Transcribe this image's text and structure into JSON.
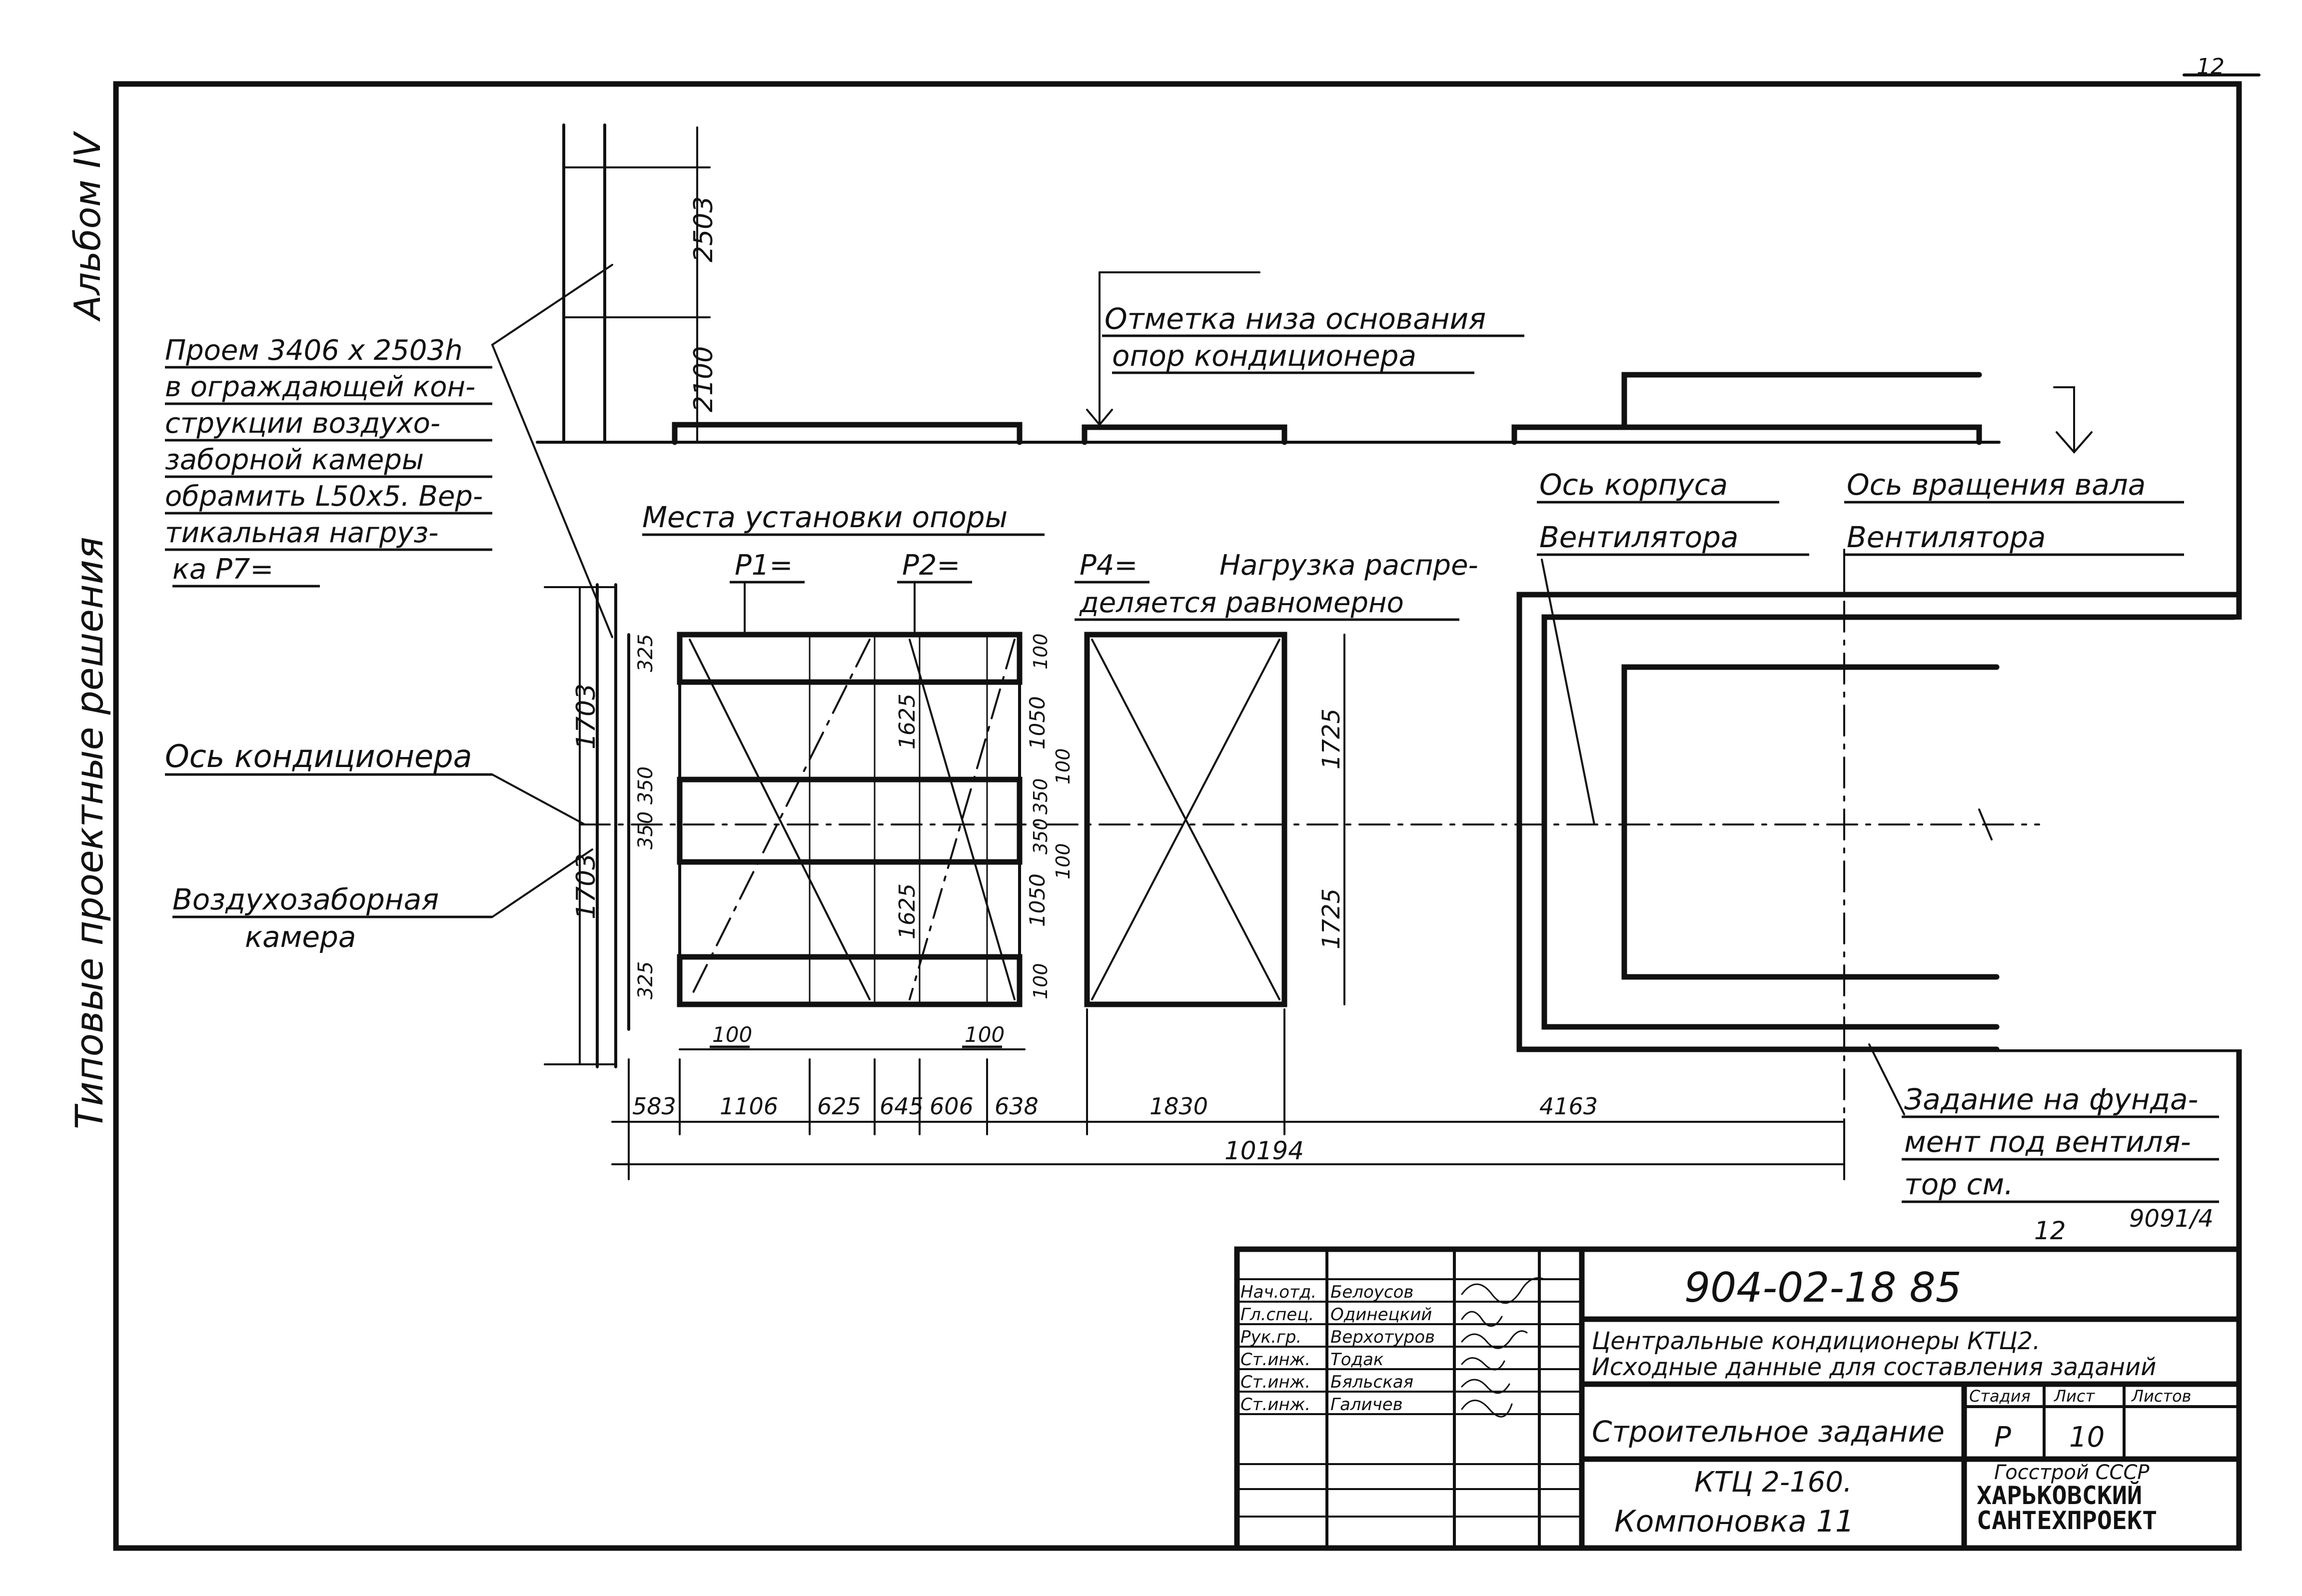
{
  "side": {
    "album": "Альбом IV",
    "series": "Типовые проектные решения",
    "corner_mark": "12"
  },
  "labels": {
    "opening": [
      "Проем 3406 х 2503h",
      "в ограждающей кон-",
      "струкции воздухо-",
      "заборной камеры",
      "обрамить L50x5. Вер-",
      "тикальная нагруз-",
      "ка P7="
    ],
    "bottom_mark": [
      "Отметка низа основания",
      "опор кондиционера"
    ],
    "supports": "Места установки опоры",
    "p1": "P1=",
    "p2": "P2=",
    "p4": "P4=",
    "load_note": [
      "Нагрузка распре-",
      "деляется равномерно"
    ],
    "axis_body": [
      "Ось корпуса",
      "Вентилятора"
    ],
    "axis_shaft": [
      "Ось вращения вала",
      "Вентилятора"
    ],
    "axis_ac": "Ось кондиционера",
    "air_chamber": [
      "Воздухозаборная",
      "камера"
    ],
    "foundation": [
      "Задание на фунда-",
      "мент под вентиля-",
      "тор см."
    ],
    "ref_num": "12",
    "ref_doc": "9091/4"
  },
  "dims": {
    "elev_2503": "2503",
    "elev_2100": "2100",
    "left_1703_top": "1703",
    "left_1703_bot": "1703",
    "v325a": "325",
    "v350a": "350",
    "v350b": "350",
    "v350c": "350",
    "v325b": "325",
    "v1625a": "1625",
    "v1625b": "1625",
    "v1050a": "1050",
    "v1050b": "1050",
    "v100a": "100",
    "v100b": "100",
    "v100c": "100",
    "v100d": "100",
    "v350d": "350",
    "v1725a": "1725",
    "v1725b": "1725",
    "h100a": "100",
    "h100b": "100",
    "h583": "583",
    "h1106": "1106",
    "h625": "625",
    "h645": "645",
    "h606": "606",
    "h638": "638",
    "h1830": "1830",
    "h4163": "4163",
    "total": "10194"
  },
  "stamp": {
    "doc_code": "904-02-18 85",
    "title1": "Центральные кондиционеры КТЦ2.",
    "title2": "Исходные данные для составления заданий",
    "roles": [
      {
        "role": "Нач.отд.",
        "name": "Белоусов"
      },
      {
        "role": "Гл.спец.",
        "name": "Одинецкий"
      },
      {
        "role": "Рук.гр.",
        "name": "Верхотуров"
      },
      {
        "role": "Ст.инж.",
        "name": "Тодак"
      },
      {
        "role": "Ст.инж.",
        "name": "Бяльская"
      },
      {
        "role": "Ст.инж.",
        "name": "Галичев"
      }
    ],
    "stage_h": "Стадия",
    "sheet_h": "Лист",
    "sheets_h": "Листов",
    "stage": "Р",
    "sheet": "10",
    "section": "Строительное задание",
    "sub1": "КТЦ 2-160.",
    "sub2": "Компоновка 11",
    "org1": "Госстрой СССР",
    "org2": "ХАРЬКОВСКИЙ",
    "org3": "САНТЕХПРОЕКТ"
  }
}
